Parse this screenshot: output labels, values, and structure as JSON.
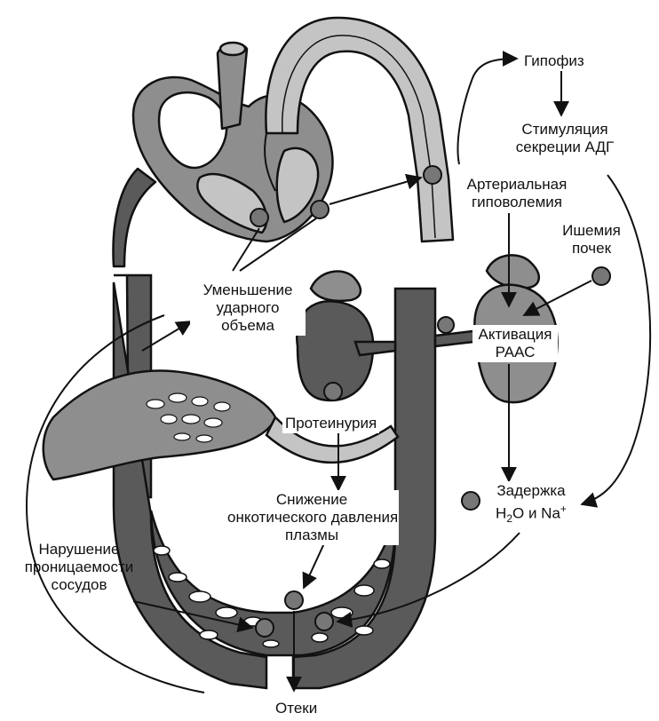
{
  "labels": {
    "hypophysis": "Гипофиз",
    "adh_line1": "Стимуляция",
    "adh_line2": "секреции АДГ",
    "hypovolemia_line1": "Артериальная",
    "hypovolemia_line2": "гиповолемия",
    "ischemia_line1": "Ишемия",
    "ischemia_line2": "почек",
    "stroke_line1": "Уменьшение",
    "stroke_line2": "ударного",
    "stroke_line3": "объема",
    "raas_line1": "Активация",
    "raas_line2": "РААС",
    "proteinuria": "Протеинурия",
    "oncotic_line1": "Снижение",
    "oncotic_line2": "онкотического давления",
    "oncotic_line3": "плазмы",
    "retention_line1": "Задержка",
    "retention_h": "H",
    "retention_sub": "2",
    "retention_mid": "O и Na",
    "retention_sup": "+",
    "permeability_line1": "Нарушение",
    "permeability_line2": "проницаемости",
    "permeability_line3": "сосудов",
    "edema": "Отеки"
  },
  "colors": {
    "dark": "#5a5a5a",
    "medium": "#8e8e8e",
    "light": "#c4c4c4",
    "outline": "#111111"
  }
}
